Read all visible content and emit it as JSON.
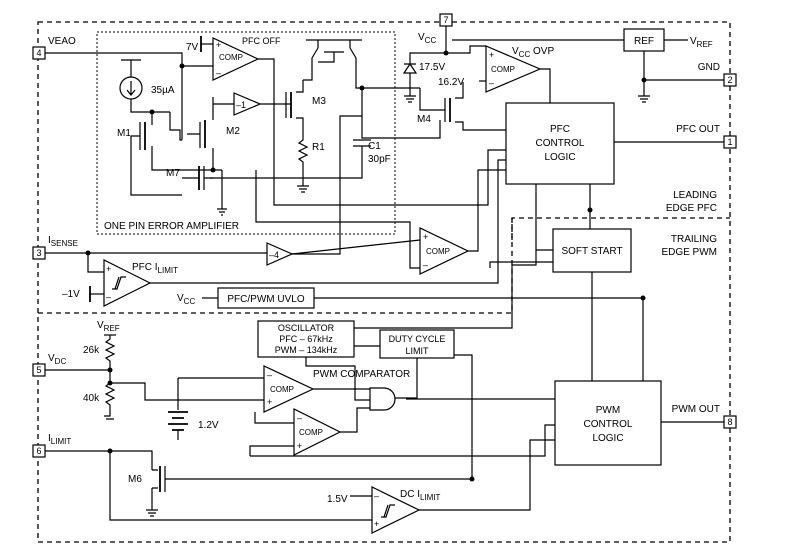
{
  "regions": {
    "one_pin": "ONE PIN ERROR AMPLIFIER",
    "leading": [
      "LEADING",
      "EDGE PFC"
    ],
    "trailing": [
      "TRAILING",
      "EDGE PWM"
    ]
  },
  "pins": [
    {
      "num": "4",
      "label": "VEAO"
    },
    {
      "num": "3",
      "label_main": "I",
      "label_sub": "SENSE"
    },
    {
      "num": "5",
      "label_main": "V",
      "label_sub": "DC"
    },
    {
      "num": "6",
      "label_main": "I",
      "label_sub": "LIMIT"
    },
    {
      "num": "7",
      "label_main": "V",
      "label_sub": "CC"
    },
    {
      "num": "2",
      "label": "GND"
    },
    {
      "num": "1",
      "label": "PFC OUT"
    },
    {
      "num": "8",
      "label": "PWM OUT"
    }
  ],
  "blocks": {
    "ref": "REF",
    "vref_out_main": "V",
    "vref_out_sub": "REF",
    "pfc_control": [
      "PFC",
      "CONTROL",
      "LOGIC"
    ],
    "soft_start": "SOFT START",
    "uvlo": "PFC/PWM UVLO",
    "uvlo_in_main": "V",
    "uvlo_in_sub": "CC",
    "oscillator": [
      "OSCILLATOR",
      "PFC – 67kHz",
      "PWM – 134kHz"
    ],
    "duty": [
      "DUTY CYCLE",
      "LIMIT"
    ],
    "pwm_control": [
      "PWM",
      "CONTROL",
      "LOGIC"
    ]
  },
  "comps": {
    "comp": "COMP",
    "pfc_off": "PFC OFF",
    "vcc_ovp_main": "V",
    "vcc_ovp_sub": "CC",
    "vcc_ovp_tail": " OVP",
    "pfc_ilimit_main": "PFC I",
    "pfc_ilimit_sub": "LIMIT",
    "pwm_comparator": "PWM COMPARATOR",
    "dc_ilimit_main": "DC I",
    "dc_ilimit_sub": "LIMIT",
    "neg1": "–1",
    "neg4": "–4",
    "plus": "+",
    "minus": "–"
  },
  "values": {
    "v7": "7V",
    "i35": "35µA",
    "v175": "17.5V",
    "v162": "16.2V",
    "neg1v": "–1V",
    "r26k": "26k",
    "r40k": "40k",
    "v12": "1.2V",
    "v15": "1.5V",
    "c1": "C1",
    "c1v": "30pF",
    "r1": "R1",
    "vref_main": "V",
    "vref_sub": "REF"
  },
  "devices": {
    "m1": "M1",
    "m2": "M2",
    "m3": "M3",
    "m4": "M4",
    "m6": "M6",
    "m7": "M7"
  }
}
